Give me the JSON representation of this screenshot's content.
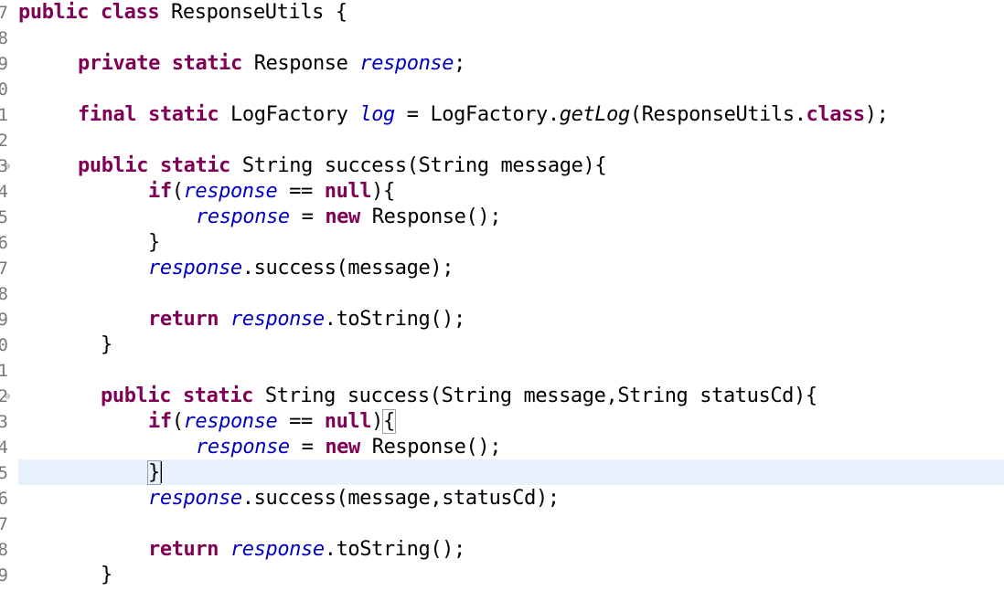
{
  "editor": {
    "gutter_numbers": [
      "7",
      "8",
      "9",
      "0",
      "1",
      "2",
      "3",
      "4",
      "5",
      "6",
      "7",
      "8",
      "9",
      "0",
      "1",
      "2",
      "3",
      "4",
      "5",
      "6",
      "7",
      "8",
      "9"
    ],
    "tokens": {
      "public": "public",
      "class": "class",
      "private": "private",
      "static": "static",
      "final": "final",
      "if": "if",
      "null": "null",
      "new": "new",
      "return": "return",
      "class_ref": "class"
    },
    "identifiers": {
      "class_name": "ResponseUtils",
      "response_type": "Response",
      "response_field": "response",
      "log_type": "LogFactory",
      "log_field": "log",
      "get_log": "getLog",
      "string_type": "String",
      "success_method": "success",
      "message_param": "message",
      "status_param": "statusCd",
      "to_string": "toString"
    },
    "punctuation": {
      "open_brace": " {",
      "open_brace_tight": "{",
      "close_brace": "}",
      "semicolon": ";",
      "equals": " = ",
      "eq_op": " == ",
      "dot": ".",
      "open_paren": "(",
      "close_paren": ")",
      "empty_parens": "()",
      "comma": ",",
      "space": " "
    }
  }
}
